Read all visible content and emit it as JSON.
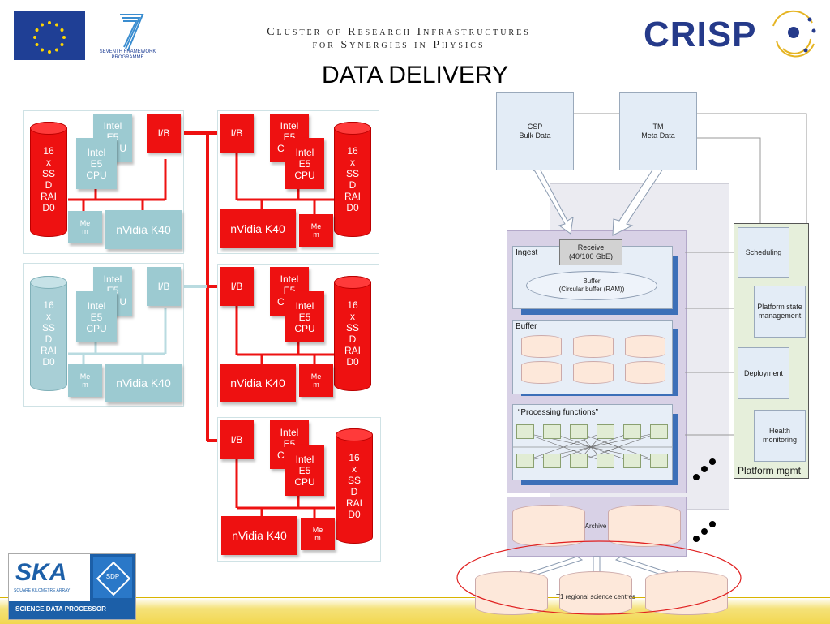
{
  "header": {
    "cluster_line1": "Cluster of Research Infrastructures",
    "cluster_line2": "for Synergies in Physics",
    "title": "DATA DELIVERY",
    "fp7_text": "SEVENTH FRAMEWORK\nPROGRAMME",
    "crisp_logo": "CRISP"
  },
  "ska": {
    "logo_text": "SKA",
    "logo_subtext": "SQUARE KILOMETRE ARRAY",
    "badge_text": "SDP",
    "bar_text": "SCIENCE DATA PROCESSOR"
  },
  "nodes": {
    "ssd": "16\nx\nSS\nD\nRAI\nD0",
    "cpu": "Intel\nE5\nCPU",
    "cpu_back_line1": "Intel",
    "cpu_back_line2": "E5",
    "cpu_back_line3a": "C",
    "cpu_back_line3b": "U",
    "ib": "I/B",
    "gpu": "nVidia K40",
    "mem": "Me\nm"
  },
  "pipeline": {
    "csp": "CSP\nBulk Data",
    "tm": "TM\nMeta Data",
    "receive": "Receive\n(40/100 GbE)",
    "ingest": "Ingest",
    "buffer_inner": "Buffer\n(Circular buffer (RAM))",
    "buffer": "Buffer",
    "processing": "“Processing functions”",
    "archive": "Archive",
    "t1": "T1 regional science centres",
    "platform": {
      "scheduling": "Scheduling",
      "state": "Platform state\nmanagement",
      "deployment": "Deployment",
      "health": "Health\nmonitoring",
      "label": "Platform mgmt"
    }
  },
  "colors": {
    "red": "#ee1111",
    "teal": "#9ccad1",
    "eu_blue": "#1f3f95",
    "crisp_blue": "#253a8a",
    "ska_blue": "#1c5fa8",
    "footer_yellow": "#f5e27a"
  }
}
